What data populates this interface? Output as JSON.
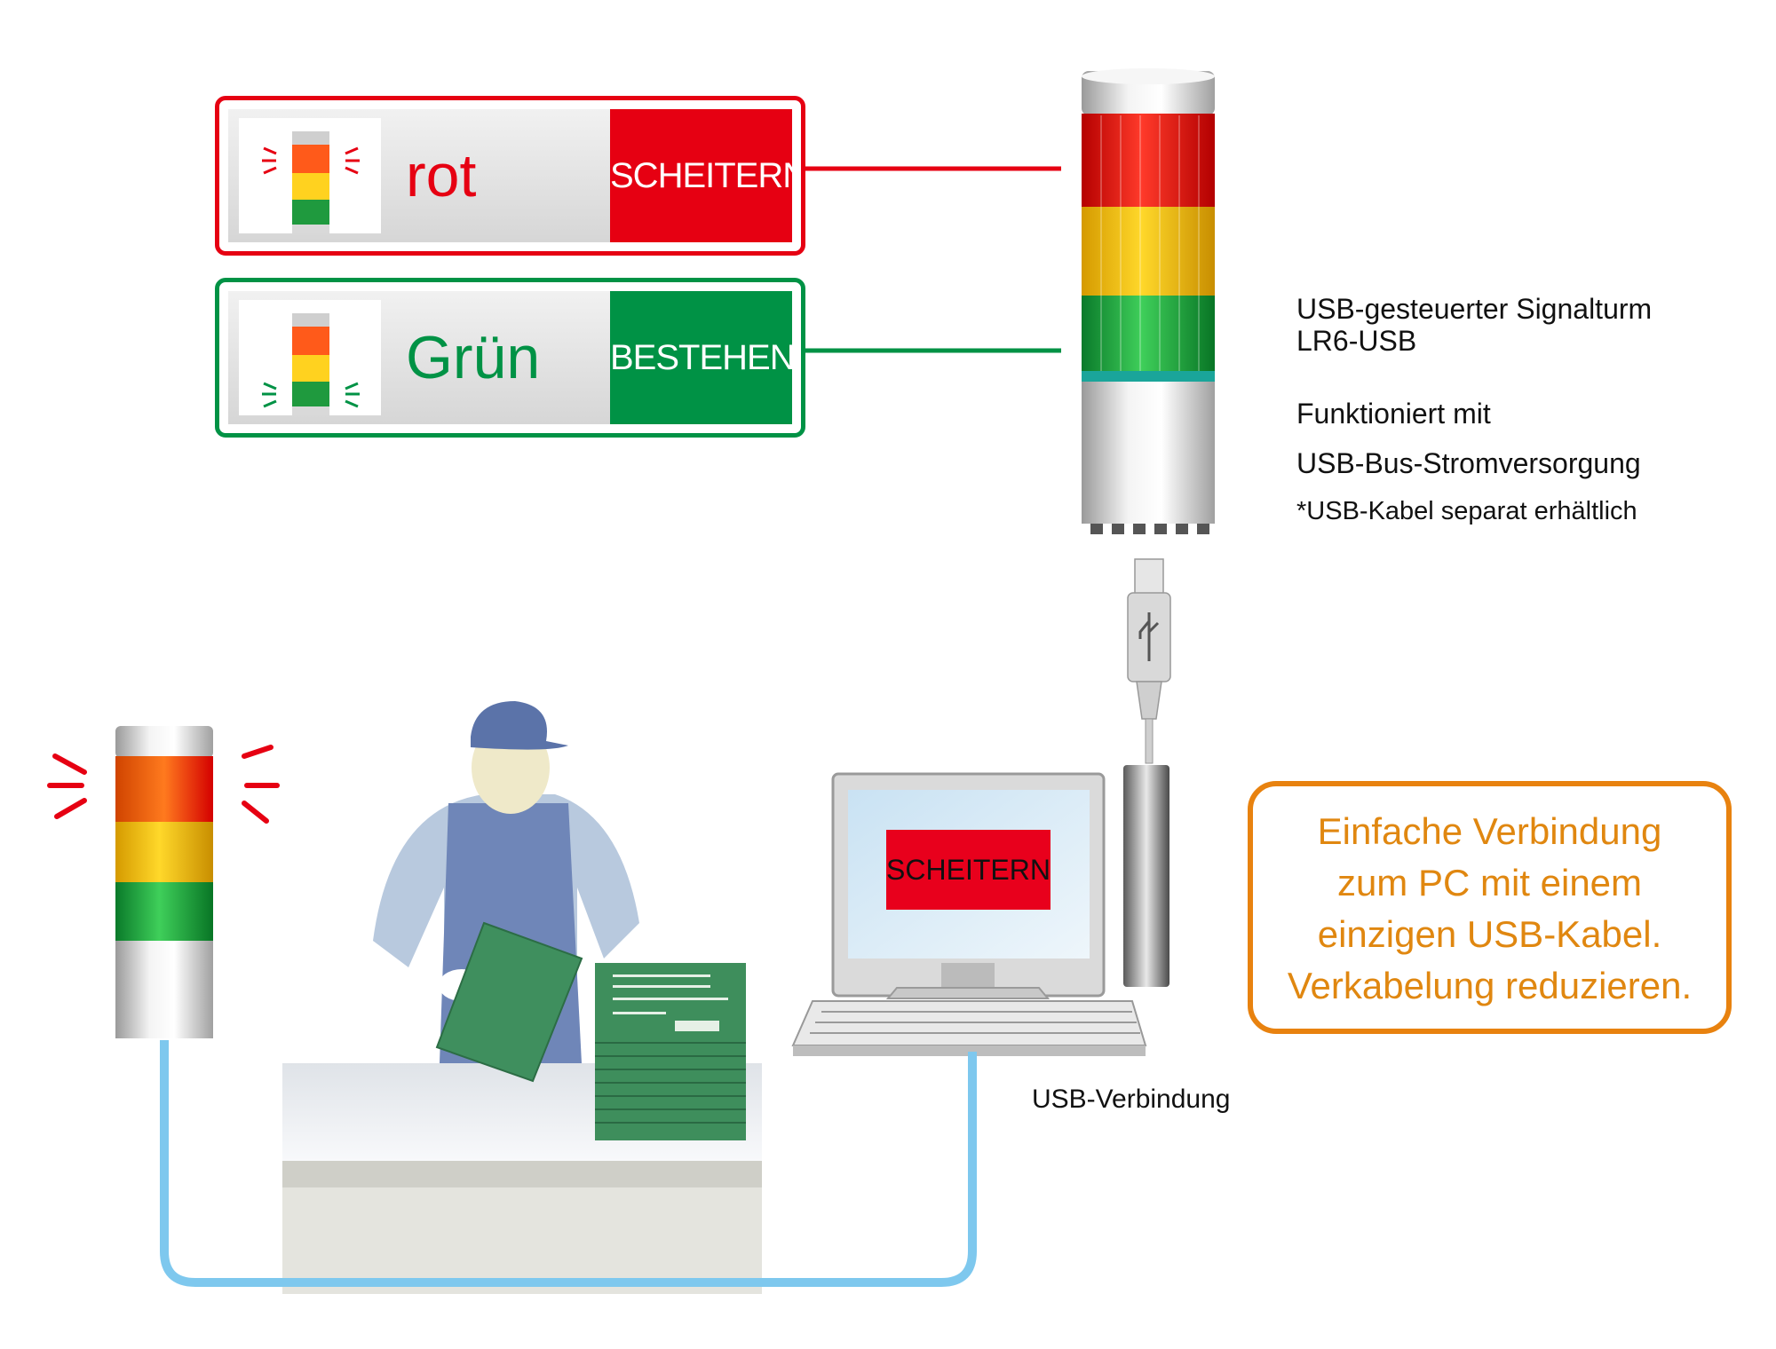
{
  "panels": {
    "red": {
      "word": "rot",
      "badge": "SCHEITERN",
      "color": "#e60012"
    },
    "green": {
      "word": "Grün",
      "badge": "BESTEHEN",
      "color": "#009245"
    }
  },
  "tower_info": {
    "product_line1": "USB-gesteuerter Signalturm",
    "product_line2": "LR6-USB",
    "power_line1": "Funktioniert mit",
    "power_line2": "USB-Bus-Stromversorgung",
    "cable_note": "*USB-Kabel separat erhältlich"
  },
  "callout": {
    "line1": "Einfache Verbindung",
    "line2": "zum PC mit einem",
    "line3": "einzigen USB-Kabel.",
    "line4": "Verkabelung reduzieren."
  },
  "monitor": {
    "screen_text": "SCHEITERN"
  },
  "usb_connection_label": "USB-Verbindung",
  "colors": {
    "red": "#e60012",
    "yellow": "#f5c400",
    "green": "#009245",
    "cable": "#7ec8ee",
    "accent_orange": "#e8820f"
  }
}
